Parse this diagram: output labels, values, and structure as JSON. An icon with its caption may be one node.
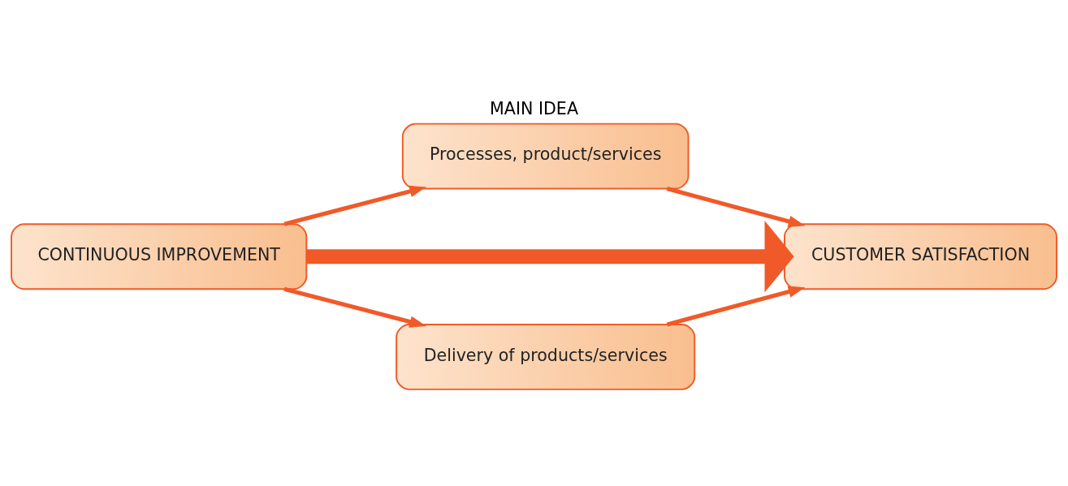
{
  "diagram": {
    "title": "MAIN IDEA",
    "nodes": [
      {
        "text": [
          "Processes, product/services"
        ]
      },
      {
        "text": [
          "CONTINUOUS IMPROVEMENT"
        ]
      },
      {
        "text": [
          "CUSTOMER SATISFACTION"
        ]
      },
      {
        "text": [
          "Delivery of products/services"
        ]
      }
    ],
    "edges": [
      {
        "from": 1,
        "to": 0,
        "arrow": "to"
      },
      {
        "from": 0,
        "to": 2,
        "arrow": "to"
      },
      {
        "from": 1,
        "to": 2,
        "arrow": "to",
        "style": "thick"
      },
      {
        "from": 1,
        "to": 3,
        "arrow": "to"
      },
      {
        "from": 3,
        "to": 2,
        "arrow": "to"
      }
    ]
  }
}
